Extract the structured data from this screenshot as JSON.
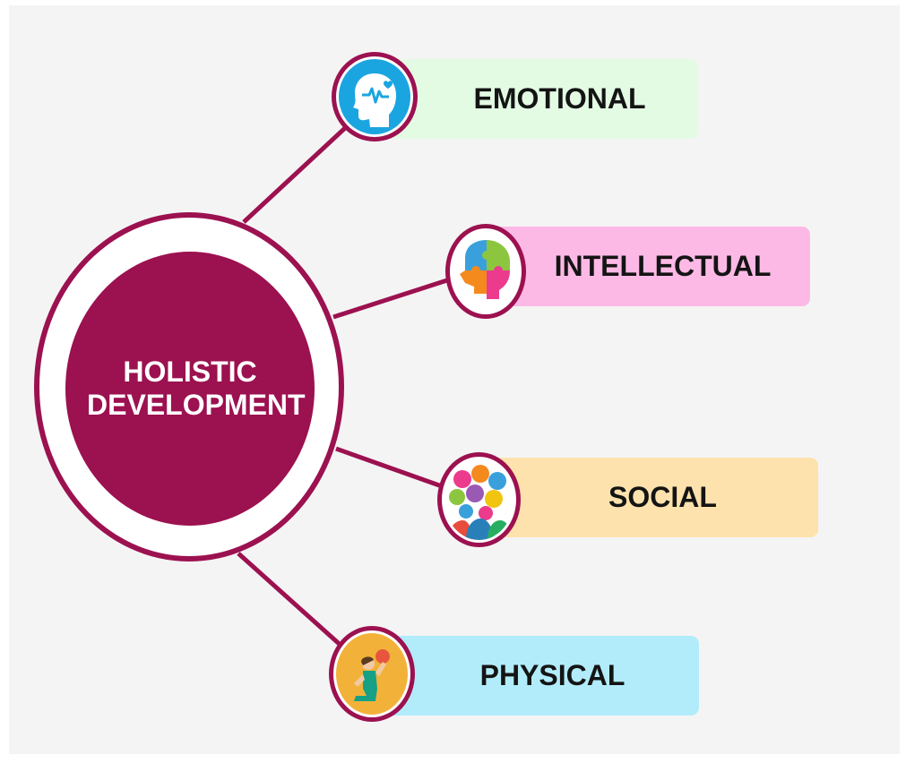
{
  "center": {
    "line1": "HOLISTIC",
    "line2": "DEVELOPMENT"
  },
  "branches": [
    {
      "label": "EMOTIONAL",
      "icon": "head-heartbeat-icon",
      "box_color": "#e3fbe3",
      "icon_bg": "#1ba5e0"
    },
    {
      "label": "INTELLECTUAL",
      "icon": "puzzle-head-icon",
      "box_color": "#fdb9e5",
      "icon_bg": "#ffffff"
    },
    {
      "label": "SOCIAL",
      "icon": "social-speech-bubbles-icon",
      "box_color": "#fde2ad",
      "icon_bg": "#ffffff"
    },
    {
      "label": "PHYSICAL",
      "icon": "person-exercise-icon",
      "box_color": "#b2ecfb",
      "icon_bg": "#f2b23a"
    }
  ],
  "colors": {
    "accent": "#9c1150",
    "background": "#f4f4f4"
  }
}
